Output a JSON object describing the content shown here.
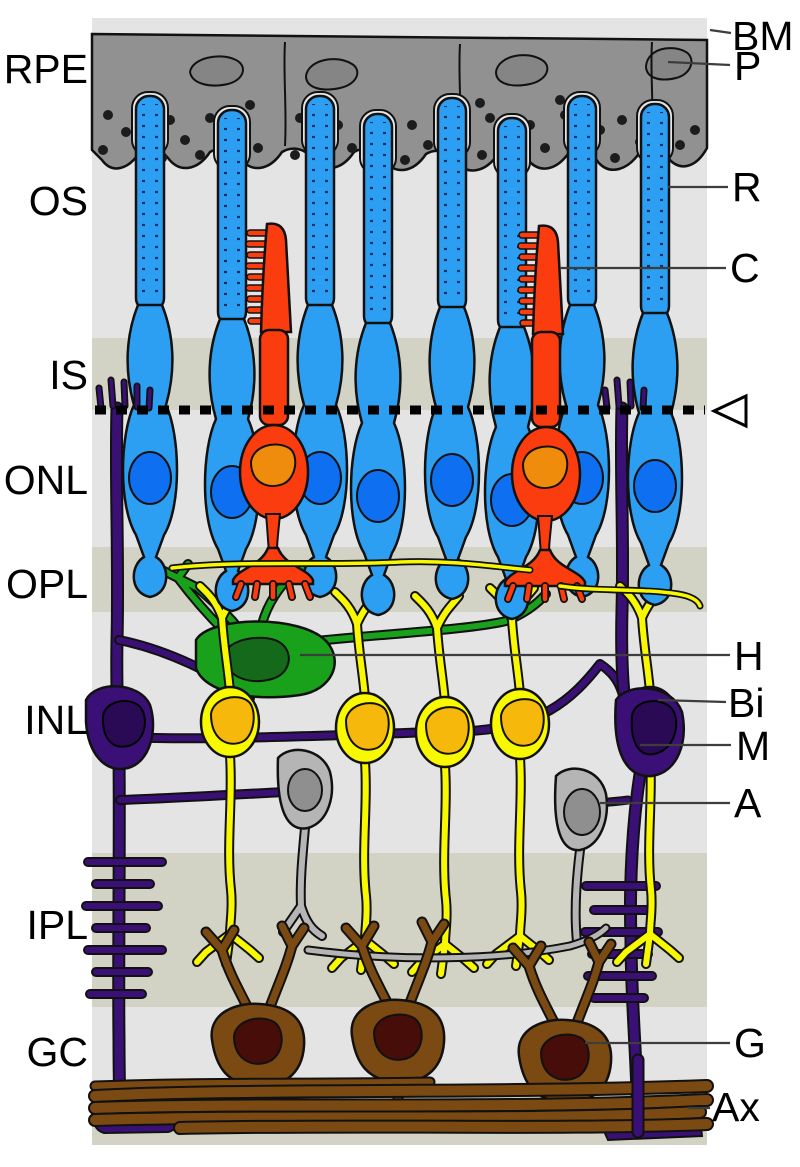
{
  "diagram": {
    "subject": "retina-cross-section",
    "labels": {
      "left": [
        {
          "id": "rpe",
          "text": "RPE"
        },
        {
          "id": "os",
          "text": "OS"
        },
        {
          "id": "is",
          "text": "IS"
        },
        {
          "id": "onl",
          "text": "ONL"
        },
        {
          "id": "opl",
          "text": "OPL"
        },
        {
          "id": "inl",
          "text": "INL"
        },
        {
          "id": "ipl",
          "text": "IPL"
        },
        {
          "id": "gc",
          "text": "GC"
        }
      ],
      "right": [
        {
          "id": "bm",
          "text": "BM"
        },
        {
          "id": "p",
          "text": "P"
        },
        {
          "id": "r",
          "text": "R"
        },
        {
          "id": "c",
          "text": "C"
        },
        {
          "id": "h",
          "text": "H"
        },
        {
          "id": "bi",
          "text": "Bi"
        },
        {
          "id": "m",
          "text": "M"
        },
        {
          "id": "a",
          "text": "A"
        },
        {
          "id": "g",
          "text": "G"
        },
        {
          "id": "ax",
          "text": "Ax"
        }
      ]
    },
    "marker": {
      "olm_triangle": "hollow left-pointing triangle"
    },
    "palette": {
      "background": "#ffffff",
      "canvas_light_gray": "#e4e4e4",
      "band_beige": "#d2d2c5",
      "bm_purple": "#3c0d6e",
      "rpe_gray": "#919191",
      "rpe_nucleus_gray": "#858585",
      "rod_blue": "#2d9ff2",
      "rod_nucleus_blue": "#0e6ff0",
      "cone_red": "#fa3c0e",
      "cone_nucleus_orange": "#ef8c0c",
      "horizontal_green": "#1aa11c",
      "horizontal_nucleus_green": "#15691a",
      "bipolar_yellow": "#f8f800",
      "bipolar_nucleus_amber": "#f6b80a",
      "muller_purple": "#3a1076",
      "muller_nucleus_purple": "#2a0a55",
      "amacrine_gray": "#b5b5b5",
      "amacrine_nucleus_gray": "#8f8f8f",
      "ganglion_brown": "#7b4a12",
      "ganglion_nucleus_maroon": "#470d08",
      "outline": "#111111"
    }
  }
}
